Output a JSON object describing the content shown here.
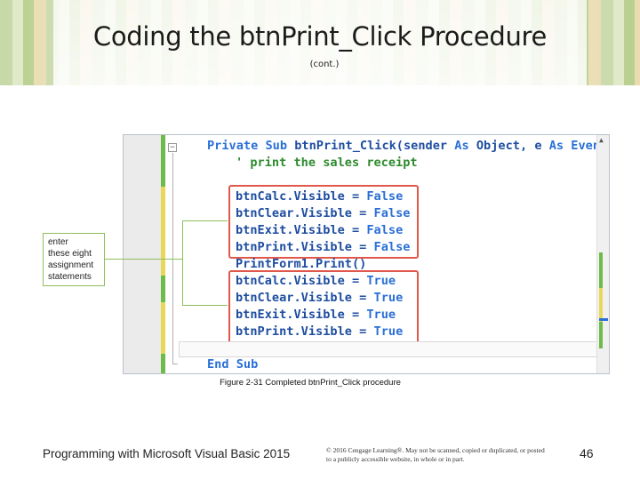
{
  "slide": {
    "title": "Coding the btnPrint_Click Procedure",
    "subtitle": "(cont.)"
  },
  "code": {
    "line1": {
      "kw1": "Private",
      "kw2": "Sub",
      "rest": "btnPrint_Click(sender",
      "kw3": "As",
      "type1": "Object, e",
      "kw4": "As",
      "type2": "Event"
    },
    "comment": "' print the sales receipt",
    "group1": [
      {
        "obj": "btnCalc.Visible",
        "eq": "=",
        "val": "False"
      },
      {
        "obj": "btnClear.Visible",
        "eq": "=",
        "val": "False"
      },
      {
        "obj": "btnExit.Visible",
        "eq": "=",
        "val": "False"
      },
      {
        "obj": "btnPrint.Visible",
        "eq": "=",
        "val": "False"
      }
    ],
    "print_line": "PrintForm1.Print()",
    "group2": [
      {
        "obj": "btnCalc.Visible",
        "eq": "=",
        "val": "True"
      },
      {
        "obj": "btnClear.Visible",
        "eq": "=",
        "val": "True"
      },
      {
        "obj": "btnExit.Visible",
        "eq": "=",
        "val": "True"
      },
      {
        "obj": "btnPrint.Visible",
        "eq": "=",
        "val": "True"
      }
    ],
    "end_kw1": "End",
    "end_kw2": "Sub"
  },
  "callout": {
    "lines": [
      "enter",
      "these eight",
      "assignment",
      "statements"
    ]
  },
  "caption": "Figure 2-31 Completed btnPrint_Click procedure",
  "footer": {
    "book": "Programming with Microsoft Visual Basic 2015",
    "copyright_1": "© 2016 Cengage Learning®. May not be scanned, copied or duplicated, or posted",
    "copyright_2": "to a publicly accessible website, in whole or in part.",
    "page": "46"
  },
  "colors": {
    "keyword": "#2a6fd6",
    "comment": "#2e8b2e",
    "highlight_box": "#e0584c",
    "callout_border": "#8fbf5a"
  }
}
